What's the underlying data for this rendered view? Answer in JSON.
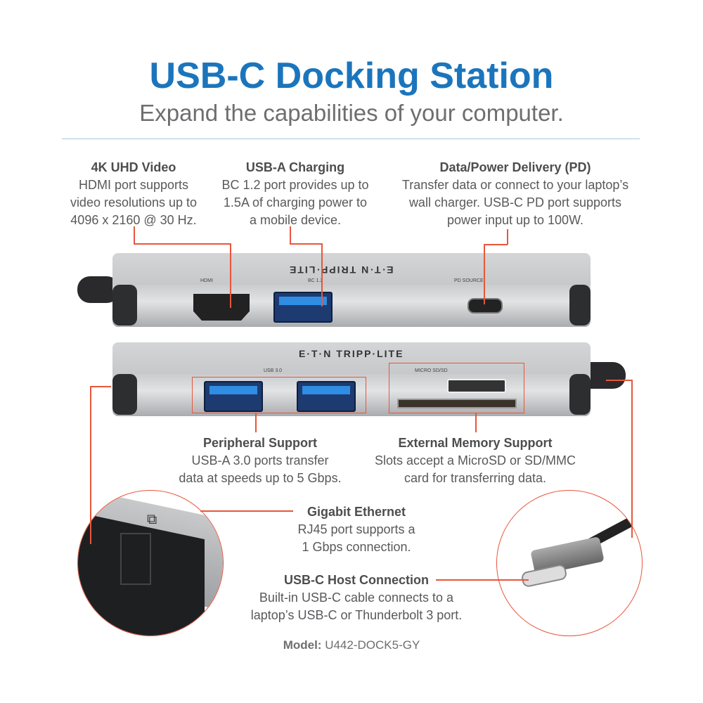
{
  "header": {
    "title": "USB-C Docking Station",
    "subtitle": "Expand the capabilities of your computer."
  },
  "features": {
    "video": {
      "title": "4K UHD Video",
      "lines": [
        "HDMI port supports",
        "video resolutions up to",
        "4096 x 2160 @ 30 Hz."
      ]
    },
    "charging": {
      "title": "USB-A Charging",
      "lines": [
        "BC 1.2 port provides up to",
        "1.5A of charging power to",
        "a mobile device."
      ]
    },
    "pd": {
      "title": "Data/Power Delivery (PD)",
      "lines": [
        "Transfer data or connect to your laptop’s",
        "wall charger.  USB-C PD port supports",
        "power input up to 100W."
      ]
    },
    "peripheral": {
      "title": "Peripheral Support",
      "lines": [
        "USB-A 3.0 ports transfer",
        "data at speeds up to 5 Gbps."
      ]
    },
    "memory": {
      "title": "External Memory Support",
      "lines": [
        "Slots accept a MicroSD or SD/MMC",
        "card for transferring data."
      ]
    },
    "ethernet": {
      "title": "Gigabit Ethernet",
      "lines": [
        "RJ45 port supports a",
        "1 Gbps connection."
      ]
    },
    "host": {
      "title": "USB-C Host Connection",
      "lines": [
        "Built-in USB-C cable connects to a",
        "laptop’s USB-C or Thunderbolt 3 port."
      ]
    }
  },
  "device": {
    "brand": "E·T·N TRIPP·LITE",
    "labels": {
      "hdmi": "HDMI",
      "bc": "BC 1.2",
      "pd": "PD SOURCE",
      "usb3": "USB 3.0",
      "card": "MICRO SD/SD"
    }
  },
  "model": {
    "label": "Model:",
    "value": "U442-DOCK5-GY"
  },
  "colors": {
    "title": "#1b75bc",
    "text": "#58595b",
    "callout": "#e8563b",
    "rule": "#a9c4e4"
  }
}
